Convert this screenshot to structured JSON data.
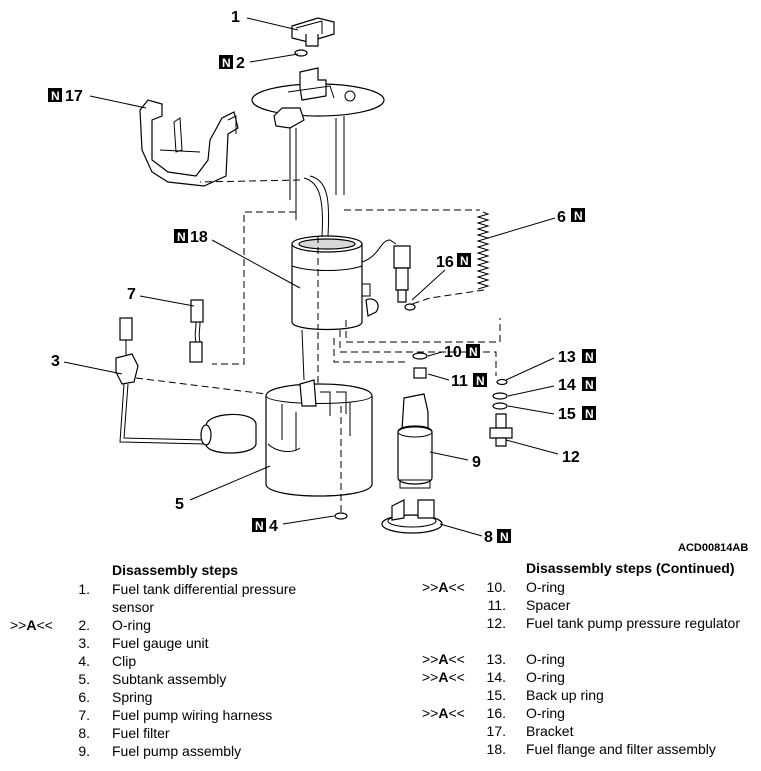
{
  "diagram": {
    "drawing_code": "ACD00814AB",
    "new_part_mark": "N",
    "callouts": [
      {
        "id": "c1",
        "number": "1",
        "new_part": false
      },
      {
        "id": "c2",
        "number": "2",
        "new_part": true
      },
      {
        "id": "c3",
        "number": "3",
        "new_part": false
      },
      {
        "id": "c4",
        "number": "4",
        "new_part": true
      },
      {
        "id": "c5",
        "number": "5",
        "new_part": false
      },
      {
        "id": "c6",
        "number": "6",
        "new_part": true
      },
      {
        "id": "c7",
        "number": "7",
        "new_part": false
      },
      {
        "id": "c8",
        "number": "8",
        "new_part": true
      },
      {
        "id": "c9",
        "number": "9",
        "new_part": false
      },
      {
        "id": "c10",
        "number": "10",
        "new_part": true
      },
      {
        "id": "c11",
        "number": "11",
        "new_part": true
      },
      {
        "id": "c12",
        "number": "12",
        "new_part": false
      },
      {
        "id": "c13",
        "number": "13",
        "new_part": true
      },
      {
        "id": "c14",
        "number": "14",
        "new_part": true
      },
      {
        "id": "c15",
        "number": "15",
        "new_part": true
      },
      {
        "id": "c16",
        "number": "16",
        "new_part": true
      },
      {
        "id": "c17",
        "number": "17",
        "new_part": true
      },
      {
        "id": "c18",
        "number": "18",
        "new_part": true
      }
    ]
  },
  "steps_left": {
    "heading": "Disassembly steps",
    "items": [
      {
        "num": "1.",
        "text": "Fuel tank differential pressure sensor",
        "mark": ""
      },
      {
        "num": "2.",
        "text": "O-ring",
        "mark": ">>A<<"
      },
      {
        "num": "3.",
        "text": "Fuel gauge unit",
        "mark": ""
      },
      {
        "num": "4.",
        "text": "Clip",
        "mark": ""
      },
      {
        "num": "5.",
        "text": "Subtank assembly",
        "mark": ""
      },
      {
        "num": "6.",
        "text": "Spring",
        "mark": ""
      },
      {
        "num": "7.",
        "text": "Fuel pump wiring harness",
        "mark": ""
      },
      {
        "num": "8.",
        "text": "Fuel filter",
        "mark": ""
      },
      {
        "num": "9.",
        "text": "Fuel pump assembly",
        "mark": ""
      }
    ]
  },
  "steps_right": {
    "heading": "Disassembly steps (Continued)",
    "items": [
      {
        "num": "10.",
        "text": "O-ring",
        "mark": ">>A<<"
      },
      {
        "num": "11.",
        "text": "Spacer",
        "mark": ""
      },
      {
        "num": "12.",
        "text": "Fuel tank pump pressure regulator",
        "mark": ""
      },
      {
        "num": "13.",
        "text": "O-ring",
        "mark": ">>A<<"
      },
      {
        "num": "14.",
        "text": "O-ring",
        "mark": ">>A<<"
      },
      {
        "num": "15.",
        "text": "Back up ring",
        "mark": ""
      },
      {
        "num": "16.",
        "text": "O-ring",
        "mark": ">>A<<"
      },
      {
        "num": "17.",
        "text": "Bracket",
        "mark": ""
      },
      {
        "num": "18.",
        "text": "Fuel flange and filter assembly",
        "mark": ""
      }
    ]
  }
}
